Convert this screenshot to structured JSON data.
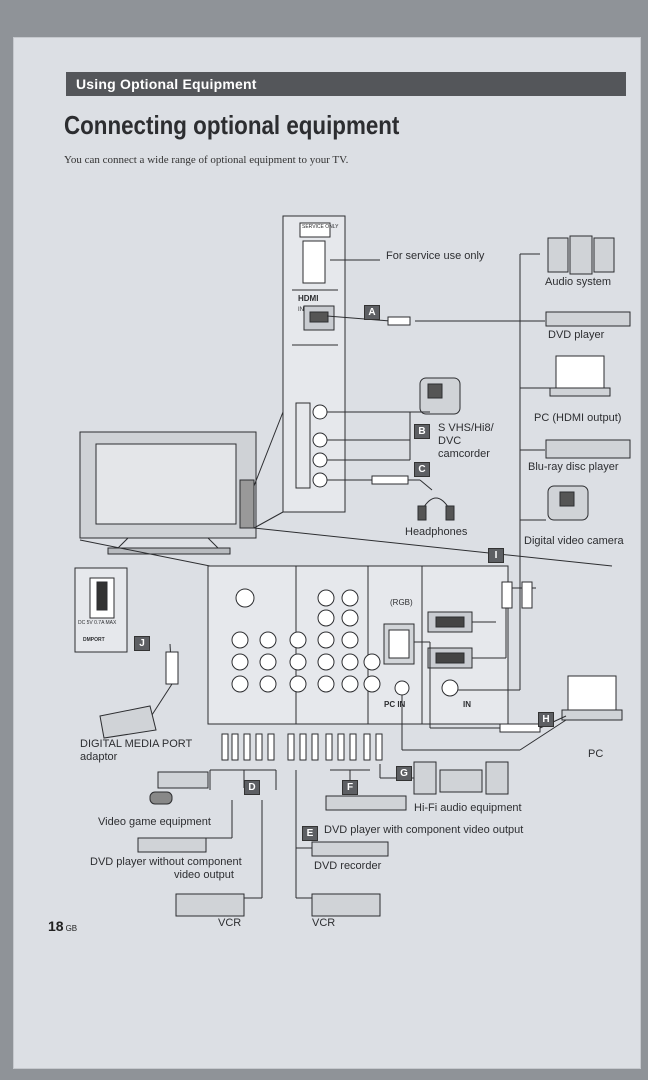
{
  "header": {
    "section": "Using Optional Equipment"
  },
  "title": "Connecting optional equipment",
  "intro": "You can connect a wide range of optional equipment to your TV.",
  "panel_labels": {
    "service": "SERVICE ONLY",
    "hdmi": "HDMI",
    "in": "IN",
    "rgb": "(RGB)",
    "pc_in": "PC IN",
    "hdmi_in": "IN",
    "dc": "DC 5V 0.7A MAX",
    "dmport": "DMPORT"
  },
  "labels": {
    "service": "For service use only",
    "audio": "Audio system",
    "dvd": "DVD player",
    "pc_hdmi": "PC (HDMI output)",
    "bluray": "Blu-ray disc player",
    "camera": "Digital video camera",
    "camcorder_1": "S VHS/Hi8/",
    "camcorder_2": "DVC",
    "camcorder_3": "camcorder",
    "headphones": "Headphones",
    "dmp_1": "DIGITAL MEDIA PORT",
    "dmp_2": "adaptor",
    "pc": "PC",
    "hifi": "Hi-Fi audio equipment",
    "game": "Video game equipment",
    "dvd_comp": "DVD player with component video output",
    "dvd_nocomp_1": "DVD player without component",
    "dvd_nocomp_2": "video output",
    "dvd_rec": "DVD recorder",
    "vcr1": "VCR",
    "vcr2": "VCR"
  },
  "tags": {
    "A": "A",
    "B": "B",
    "C": "C",
    "D": "D",
    "E": "E",
    "F": "F",
    "G": "G",
    "H": "H",
    "I": "I",
    "J": "J"
  },
  "page": {
    "number": "18",
    "suffix": "GB"
  }
}
